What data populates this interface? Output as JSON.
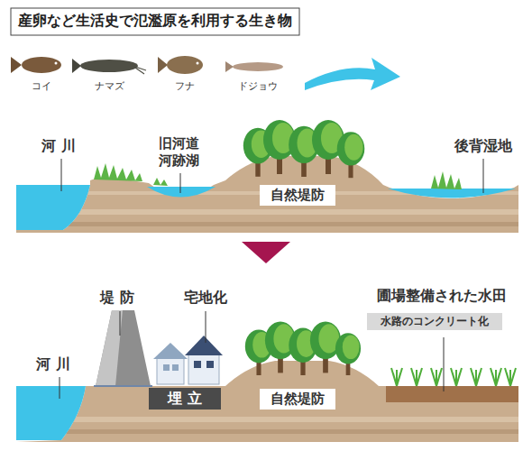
{
  "diagram": {
    "title": "産卵など生活史で氾濫原を利用する生き物",
    "nodes": [
      {
        "text": [
          "自然堤防"
        ]
      },
      {
        "text": [
          "埋立"
        ]
      },
      {
        "text": [
          "自然堤防"
        ]
      },
      {
        "text": [
          "水路のコンクリート化"
        ]
      }
    ],
    "labels": [
      "コイ",
      "ナマズ",
      "フナ",
      "ドジョウ",
      "河川",
      "旧河道",
      "河跡湖",
      "後背湿地",
      "堤防",
      "宅地化",
      "河川",
      "圃場整備された水田"
    ]
  }
}
